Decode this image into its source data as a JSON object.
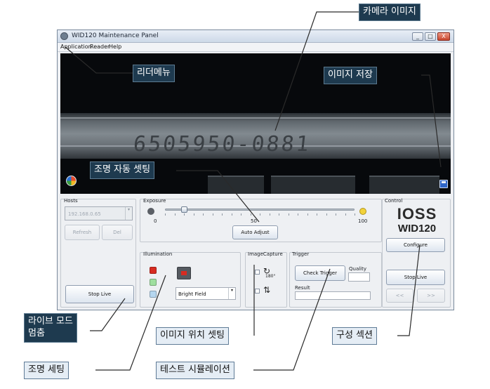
{
  "window": {
    "title": "WID120 Maintenance Panel",
    "controls": {
      "minimize": "_",
      "maximize": "□",
      "close": "X"
    }
  },
  "menu": {
    "items": [
      "Application",
      "Reader",
      "Help"
    ]
  },
  "camera": {
    "serial_text": "6505950-0881"
  },
  "hosts": {
    "label": "Hosts",
    "selected_host": "192.168.0.65",
    "refresh_label": "Refresh",
    "del_label": "Del",
    "stop_live_label": "Stop Live"
  },
  "exposure": {
    "label": "Exposure",
    "min": "0",
    "mid": "50",
    "max": "100",
    "value_fraction": 0.1,
    "auto_adjust_label": "Auto Adjust"
  },
  "illumination": {
    "label": "Illumination",
    "mode": "Bright Field",
    "led_colors": [
      "#d72b21",
      "#9fdf9f",
      "#b5d6ef"
    ]
  },
  "image_capture": {
    "label": "ImageCapture",
    "rotate_label": "180°"
  },
  "trigger": {
    "label": "Trigger",
    "check_trigger_label": "Check Trigger",
    "quality_label": "Quality",
    "result_label": "Result"
  },
  "control": {
    "label": "Control",
    "logo_top": "IOSS",
    "logo_bottom": "WID120",
    "configure_label": "Configure",
    "stop_live_label": "Stop Live",
    "prev_label": "<<",
    "next_label": ">>"
  },
  "annotations": {
    "camera_image": "카메라 이미지",
    "reader_menu": "리더메뉴",
    "save_image": "이미지 저장",
    "auto_lighting": "조명 자동 셋팅",
    "stop_live_line1": "라이브 모드",
    "stop_live_line2": "멈춤",
    "image_position": "이미지 위치 셋팅",
    "config_section": "구성 섹션",
    "lighting_setting": "조명 세팅",
    "test_simulation": "테스트 시뮬레이션"
  },
  "colors": {
    "callout_dark": "#1e3a4f",
    "callout_light": "#e5edf5",
    "accent_red": "#d72b21"
  }
}
